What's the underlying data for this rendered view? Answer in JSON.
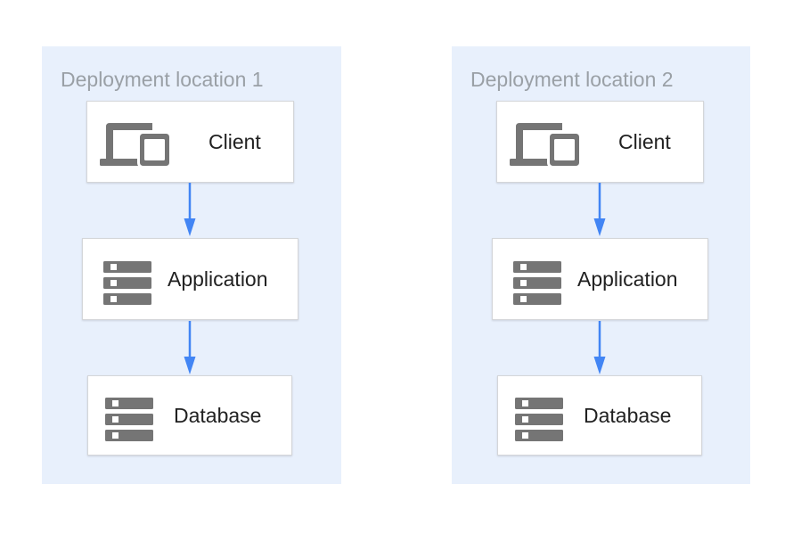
{
  "diagram": {
    "type": "architecture-flow",
    "panels": [
      {
        "title": "Deployment location 1",
        "nodes": [
          {
            "id": "client",
            "label": "Client",
            "icon": "devices-icon"
          },
          {
            "id": "application",
            "label": "Application",
            "icon": "server-stack-icon"
          },
          {
            "id": "database",
            "label": "Database",
            "icon": "server-stack-icon"
          }
        ],
        "edges": [
          {
            "from": "client",
            "to": "application",
            "style": "arrow-down"
          },
          {
            "from": "application",
            "to": "database",
            "style": "arrow-down"
          }
        ]
      },
      {
        "title": "Deployment location 2",
        "nodes": [
          {
            "id": "client",
            "label": "Client",
            "icon": "devices-icon"
          },
          {
            "id": "application",
            "label": "Application",
            "icon": "server-stack-icon"
          },
          {
            "id": "database",
            "label": "Database",
            "icon": "server-stack-icon"
          }
        ],
        "edges": [
          {
            "from": "client",
            "to": "application",
            "style": "arrow-down"
          },
          {
            "from": "application",
            "to": "database",
            "style": "arrow-down"
          }
        ]
      }
    ],
    "colors": {
      "panel_background": "#e8f0fc",
      "node_background": "#ffffff",
      "node_border": "#d4d6d9",
      "arrow": "#4285f4",
      "icon_gray": "#757575",
      "panel_title_text": "#9aa0a6",
      "node_label_text": "#212121"
    }
  }
}
